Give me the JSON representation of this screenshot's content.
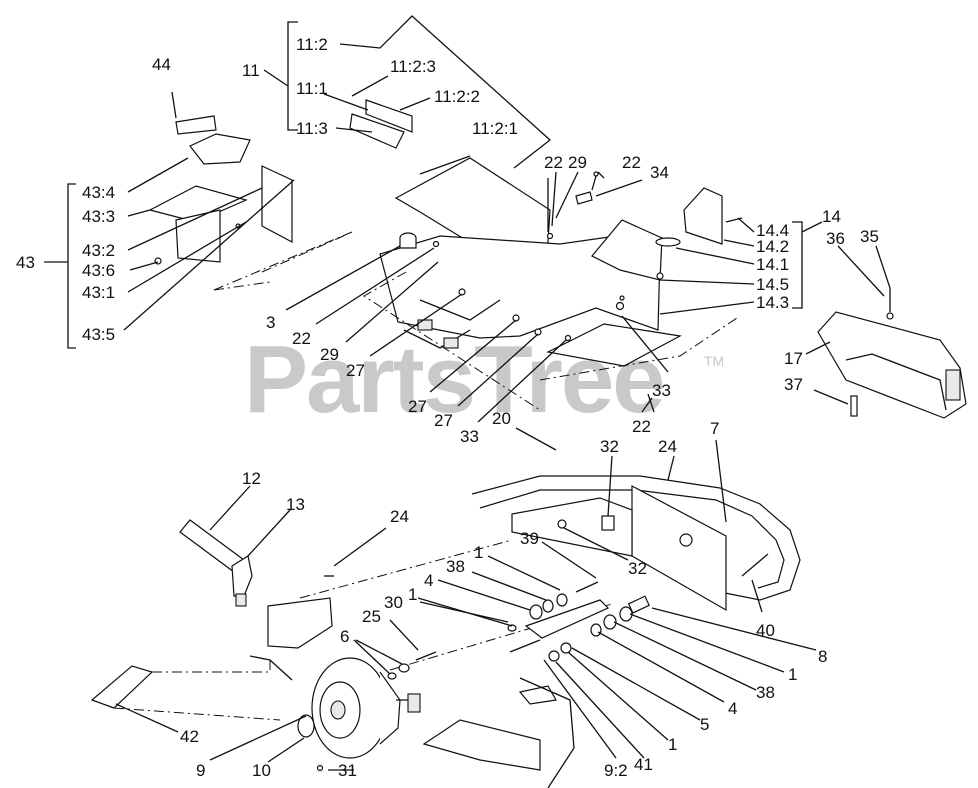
{
  "watermark": {
    "text": "PartsTree",
    "tm": "TM"
  },
  "callouts": [
    {
      "id": "c-11-2",
      "text": "11:2"
    },
    {
      "id": "c-11",
      "text": "11"
    },
    {
      "id": "c-11-2-3",
      "text": "11:2:3"
    },
    {
      "id": "c-11-1",
      "text": "11:1"
    },
    {
      "id": "c-11-2-2",
      "text": "11:2:2"
    },
    {
      "id": "c-11-3",
      "text": "11:3"
    },
    {
      "id": "c-11-2-1",
      "text": "11:2:1"
    },
    {
      "id": "c-44",
      "text": "44"
    },
    {
      "id": "c-43-4",
      "text": "43:4"
    },
    {
      "id": "c-43-3",
      "text": "43:3"
    },
    {
      "id": "c-43",
      "text": "43"
    },
    {
      "id": "c-43-2",
      "text": "43:2"
    },
    {
      "id": "c-43-6",
      "text": "43:6"
    },
    {
      "id": "c-43-1",
      "text": "43:1"
    },
    {
      "id": "c-43-5",
      "text": "43:5"
    },
    {
      "id": "c-22a",
      "text": "22"
    },
    {
      "id": "c-29a",
      "text": "29"
    },
    {
      "id": "c-22b",
      "text": "22"
    },
    {
      "id": "c-34",
      "text": "34"
    },
    {
      "id": "c-14",
      "text": "14"
    },
    {
      "id": "c-14-4",
      "text": "14.4"
    },
    {
      "id": "c-14-2",
      "text": "14.2"
    },
    {
      "id": "c-36",
      "text": "36"
    },
    {
      "id": "c-35",
      "text": "35"
    },
    {
      "id": "c-14-1",
      "text": "14.1"
    },
    {
      "id": "c-14-5",
      "text": "14.5"
    },
    {
      "id": "c-14-3",
      "text": "14.3"
    },
    {
      "id": "c-3",
      "text": "3"
    },
    {
      "id": "c-22c",
      "text": "22"
    },
    {
      "id": "c-29b",
      "text": "29"
    },
    {
      "id": "c-27a",
      "text": "27"
    },
    {
      "id": "c-17",
      "text": "17"
    },
    {
      "id": "c-37",
      "text": "37"
    },
    {
      "id": "c-33a",
      "text": "33"
    },
    {
      "id": "c-27b",
      "text": "27"
    },
    {
      "id": "c-27c",
      "text": "27"
    },
    {
      "id": "c-33b",
      "text": "33"
    },
    {
      "id": "c-22d",
      "text": "22"
    },
    {
      "id": "c-20",
      "text": "20"
    },
    {
      "id": "c-32a",
      "text": "32"
    },
    {
      "id": "c-24a",
      "text": "24"
    },
    {
      "id": "c-7",
      "text": "7"
    },
    {
      "id": "c-12",
      "text": "12"
    },
    {
      "id": "c-13",
      "text": "13"
    },
    {
      "id": "c-24b",
      "text": "24"
    },
    {
      "id": "c-39",
      "text": "39"
    },
    {
      "id": "c-32b",
      "text": "32"
    },
    {
      "id": "c-1a",
      "text": "1"
    },
    {
      "id": "c-38a",
      "text": "38"
    },
    {
      "id": "c-4a",
      "text": "4"
    },
    {
      "id": "c-1b",
      "text": "1"
    },
    {
      "id": "c-30",
      "text": "30"
    },
    {
      "id": "c-25",
      "text": "25"
    },
    {
      "id": "c-40",
      "text": "40"
    },
    {
      "id": "c-6",
      "text": "6"
    },
    {
      "id": "c-8",
      "text": "8"
    },
    {
      "id": "c-1c",
      "text": "1"
    },
    {
      "id": "c-38b",
      "text": "38"
    },
    {
      "id": "c-4b",
      "text": "4"
    },
    {
      "id": "c-5",
      "text": "5"
    },
    {
      "id": "c-42",
      "text": "42"
    },
    {
      "id": "c-1d",
      "text": "1"
    },
    {
      "id": "c-9",
      "text": "9"
    },
    {
      "id": "c-10",
      "text": "10"
    },
    {
      "id": "c-31",
      "text": "31"
    },
    {
      "id": "c-9-2",
      "text": "9:2"
    },
    {
      "id": "c-41",
      "text": "41"
    }
  ]
}
